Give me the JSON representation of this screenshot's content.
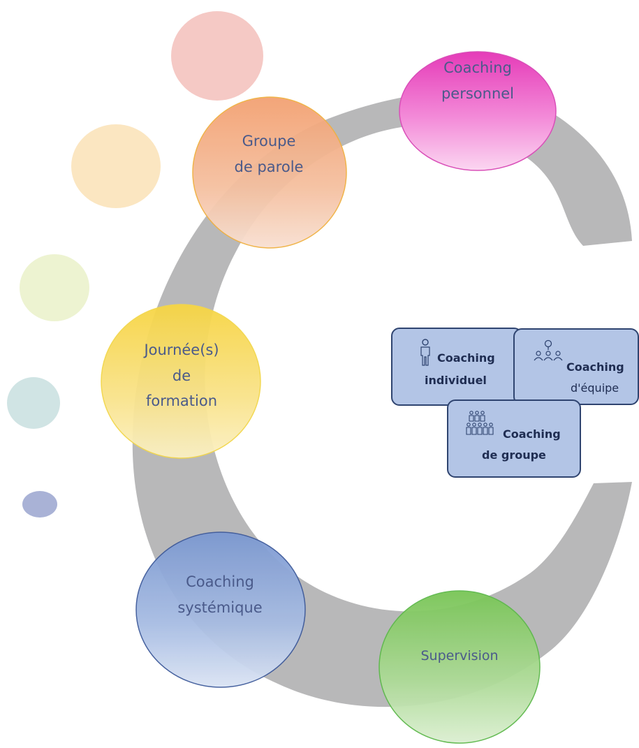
{
  "circles": {
    "coaching_personnel": {
      "line1": "Coaching",
      "line2": "personnel"
    },
    "groupe_de_parole": {
      "line1": "Groupe",
      "line2": "de parole"
    },
    "journees_formation": {
      "line1": "Journée(s)",
      "line2": "de",
      "line3": "formation"
    },
    "coaching_systemique": {
      "line1": "Coaching",
      "line2": "systémique"
    },
    "supervision": {
      "line1": "Supervision"
    }
  },
  "cards": {
    "individuel": {
      "line1": "Coaching",
      "line2": "individuel",
      "icon": "person-icon"
    },
    "equipe": {
      "line1": "Coaching",
      "line2": "d'équipe",
      "icon": "team-icon"
    },
    "groupe": {
      "line1": "Coaching",
      "line2": "de groupe",
      "icon": "group-icon"
    }
  },
  "colors": {
    "arc": "#b8b8b9",
    "personnel": "#e83fbf",
    "parole": "#f0a070",
    "formation": "#f7d843",
    "systemique": "#7f9cd3",
    "supervision": "#7ec85b",
    "card_fill": "#b3c5e6",
    "card_border": "#2f4470"
  }
}
